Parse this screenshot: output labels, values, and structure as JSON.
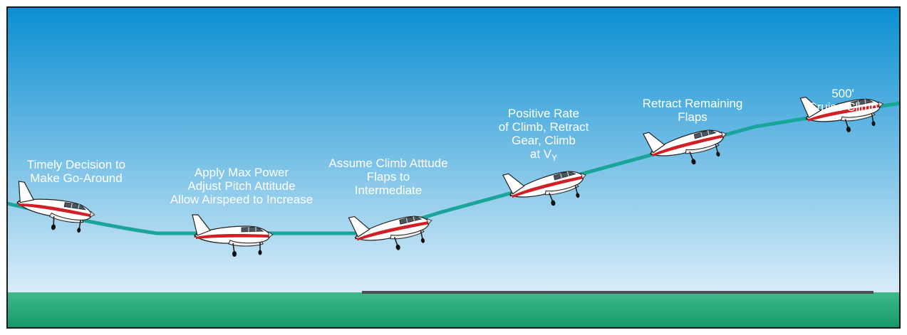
{
  "colors": {
    "sky_top": "#0a8fd2",
    "sky_bottom": "#d8ecf8",
    "ground_top": "#3fb98a",
    "ground_bottom": "#15996a",
    "flight_path": "#1aa59a",
    "runway": "#4d4d55",
    "frame": "#1a1a1a",
    "plane_stripe": "#d11f26",
    "plane_body": "#ffffff"
  },
  "icons": {
    "airplane": "airplane-icon"
  },
  "steps": [
    {
      "lines": [
        "Timely Decision to",
        "Make Go-Around"
      ]
    },
    {
      "lines": [
        "Apply Max Power",
        "Adjust Pitch Attitude",
        "Allow Airspeed to Increase"
      ]
    },
    {
      "lines": [
        "Assume Climb Atttude",
        "Flaps to",
        "Intermediate"
      ]
    },
    {
      "lines": [
        "Positive Rate",
        "of Climb, Retract",
        "Gear, Climb"
      ],
      "last_line": {
        "text": "at V",
        "subscript": "Y"
      }
    },
    {
      "lines": [
        "Retract Remaining",
        "Flaps"
      ]
    },
    {
      "lines": [
        "500'",
        "Cruise Climb"
      ]
    }
  ]
}
